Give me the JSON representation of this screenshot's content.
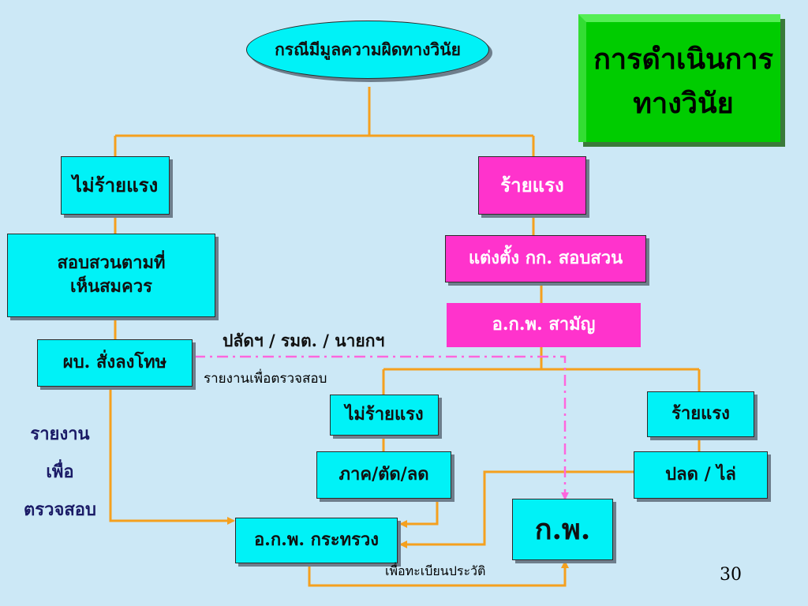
{
  "title": {
    "line1": "การดำเนินการ",
    "line2": "ทางวินัย"
  },
  "root": "กรณีมีมูลความผิดทางวินัย",
  "left": {
    "severity": "ไม่ร้ายแรง",
    "investigate_line1": "สอบสวนตามที่",
    "investigate_line2": "เห็นสมควร",
    "punish": "ผบ. สั่งลงโทษ"
  },
  "right": {
    "severity": "ร้ายแรง",
    "committee": "แต่งตั้ง กก. สอบสวน",
    "ocs_general": "อ.ก.พ. สามัญ",
    "sub_minor": "ไม่ร้ายแรง",
    "sub_major": "ร้ายแรง",
    "minor_penalty": "ภาค/ตัด/ลด",
    "major_penalty": "ปลด / ไล่"
  },
  "ministry": "อ.ก.พ. กระทรวง",
  "ocsc": "ก.พ.",
  "officials_label": "ปลัดฯ / รมต. / นายกฯ",
  "report_label": "รายงานเพื่อตรวจสอบ",
  "side_report": {
    "line1": "รายงาน",
    "line2": "เพื่อ",
    "line3": "ตรวจสอบ"
  },
  "record_label": "เพื่อทะเบียนประวัติ",
  "page_number": "30",
  "colors": {
    "line": "#f5a01e",
    "dash": "#ff66dd",
    "cyan": "#00f2f7",
    "pink": "#ff33cc",
    "green": "#00cc00",
    "background": "#cce8f6"
  }
}
